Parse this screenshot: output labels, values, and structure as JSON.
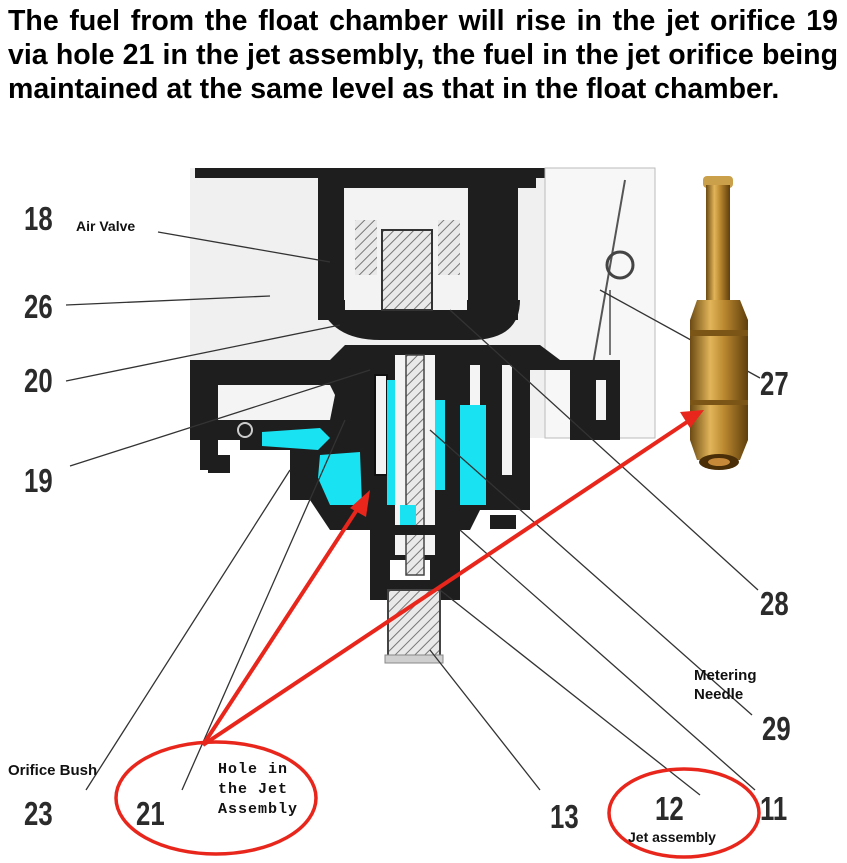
{
  "caption": "The fuel from the float chamber will rise in the jet orifice 19 via hole 21 in the jet assembly, the fuel in the jet orifice being maintained at the same level as that in the float chamber.",
  "part_numbers": {
    "n18": "18",
    "n26": "26",
    "n20": "20",
    "n19": "19",
    "n23": "23",
    "n21": "21",
    "n13": "13",
    "n12": "12",
    "n11": "11",
    "n27": "27",
    "n28": "28",
    "n29": "29"
  },
  "labels": {
    "air_valve": "Air Valve",
    "orifice_bush": "Orifice Bush",
    "hole_line1": "Hole in",
    "hole_line2": "the Jet",
    "hole_line3": "Assembly",
    "metering_line1": "Metering",
    "metering_line2": "Needle",
    "jet_assembly": "Jet assembly"
  },
  "colors": {
    "fuel": "#19e3f2",
    "annotation_red": "#e8261c",
    "brass": "#b8862e",
    "drawing_dark": "#1e1e1e"
  }
}
